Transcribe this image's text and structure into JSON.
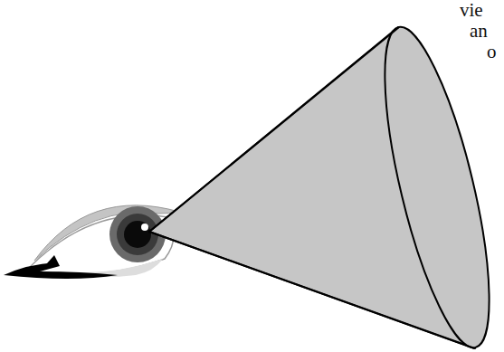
{
  "diagram": {
    "labels": [
      "vie",
      "an",
      "o"
    ]
  }
}
